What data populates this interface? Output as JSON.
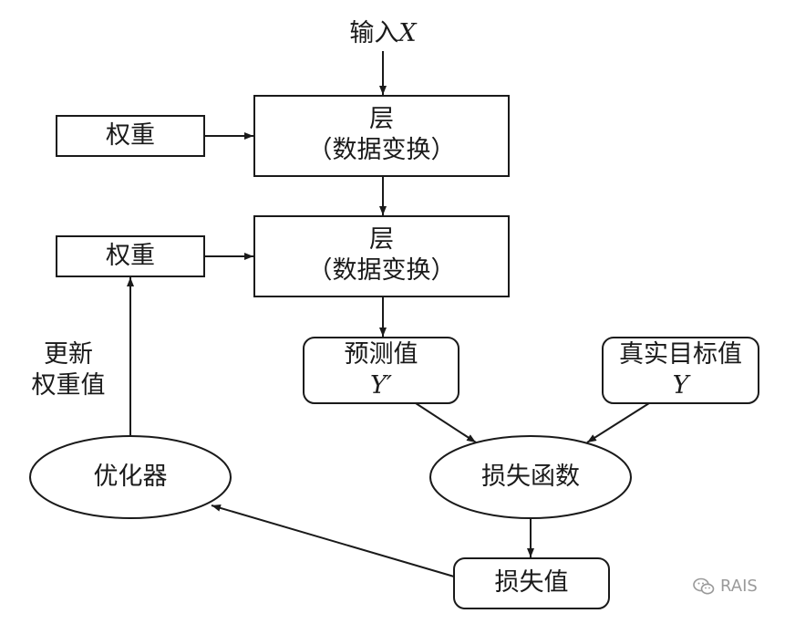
{
  "input": {
    "label": "输入",
    "var": "X"
  },
  "layer1": {
    "title": "层",
    "subtitle": "（数据变换）"
  },
  "layer2": {
    "title": "层",
    "subtitle": "（数据变换）"
  },
  "weights1": {
    "label": "权重"
  },
  "weights2": {
    "label": "权重"
  },
  "update": {
    "line1": "更新",
    "line2": "权重值"
  },
  "prediction": {
    "label": "预测值",
    "var": "Y′"
  },
  "target": {
    "label": "真实目标值",
    "var": "Y"
  },
  "loss_function": {
    "label": "损失函数"
  },
  "optimizer": {
    "label": "优化器"
  },
  "loss_value": {
    "label": "损失值"
  },
  "watermark": {
    "text": "RAIS",
    "icon": "wechat-icon"
  },
  "colors": {
    "stroke": "#1a1a1a",
    "text": "#1a1a1a",
    "watermark": "#9a9a9a"
  }
}
